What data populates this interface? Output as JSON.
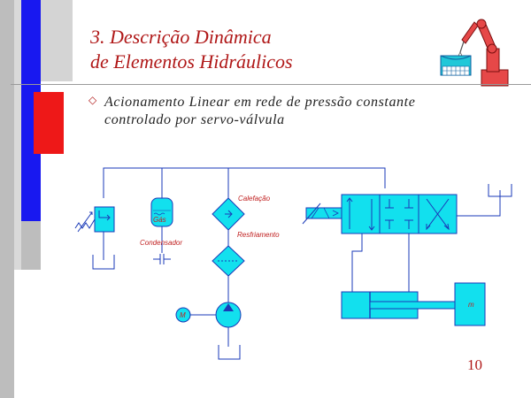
{
  "slide": {
    "title_line1": "3. Descrição Dinâmica",
    "title_line2": "de Elementos Hidráulicos",
    "bullet_symbol": "◇",
    "text_line1": "Acionamento Linear em rede de pressão constante",
    "text_line2": "controlado por servo-válvula",
    "page_number": "10"
  },
  "diagram": {
    "labels": {
      "heating": "Calefação",
      "gas": "Gás",
      "condenser": "Condensador",
      "cooling": "Resfriamento",
      "motor": "M",
      "mass": "m"
    }
  },
  "colors": {
    "title": "#b01818",
    "component_fill": "#12e0ee",
    "line": "#1a3ab8",
    "strip_blue": "#1818f0",
    "strip_red": "#ee1818",
    "strip_gray": "#bdbdbd"
  },
  "icons": [
    "robot-arm-icon",
    "diamond-bullet-icon"
  ]
}
